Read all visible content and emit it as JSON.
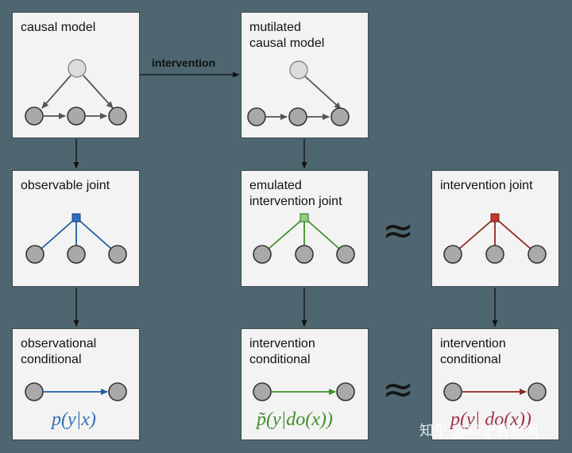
{
  "cards": {
    "causal_model": "causal model",
    "mutilated_model": "mutilated\ncausal model",
    "observable_joint": "observable joint",
    "emulated_joint": "emulated\nintervention joint",
    "intervention_joint": "intervention joint",
    "observational_conditional": "observational\nconditional",
    "intervention_conditional_mid": "intervention\nconditional",
    "intervention_conditional_right": "intervention\nconditional"
  },
  "edge_label": "intervention",
  "approx_symbol": "≈",
  "formulas": {
    "observational": "p(y|x)",
    "emulated": "p̃(y|do(x))",
    "intervention": "p(y| do(x))"
  },
  "colors": {
    "blue": "#1f5fa3",
    "green": "#3f8f2a",
    "red": "#8b2a22",
    "observational_formula": "#2d6fb6",
    "emulated_formula": "#3f8f2a",
    "intervention_formula": "#a0344a"
  },
  "watermark": "知乎 @骑驴看热闹"
}
